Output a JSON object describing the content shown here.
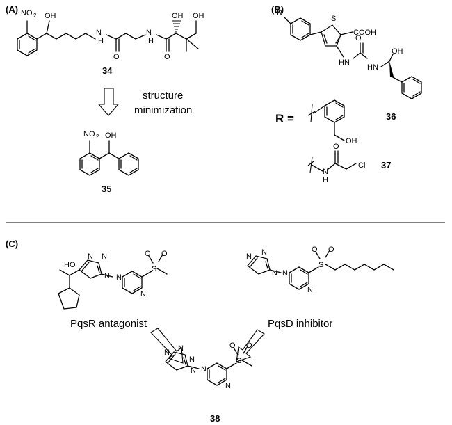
{
  "panels": {
    "a": "(A)",
    "b": "(B)",
    "c": "(C)"
  },
  "compounds": {
    "c34": "34",
    "c35": "35",
    "c36": "36",
    "c37": "37",
    "c38": "38"
  },
  "captions": {
    "structure": "structure",
    "minimization": "minimization",
    "pqsr": "PqsR antagonist",
    "pqsd": "PqsD inhibitor",
    "r_equals": "R ="
  },
  "atoms": {
    "no2": "NO",
    "no2_sub": "2",
    "oh": "OH",
    "n": "N",
    "nh": "NH",
    "h": "H",
    "o": "O",
    "s": "S",
    "cl": "Cl",
    "cooh": "COOH",
    "hn": "HN",
    "ho": "HO",
    "r": "R"
  }
}
